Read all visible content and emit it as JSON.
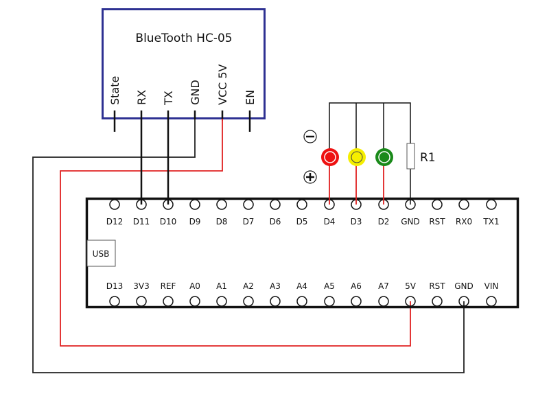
{
  "colors": {
    "module_border": "#2e3192",
    "wire_black": "#111111",
    "wire_red": "#e02020",
    "led_red": "#ee1111",
    "led_yellow": "#f5ee00",
    "led_green": "#1a8a1a"
  },
  "bluetooth_module": {
    "title": "BlueTooth HC-05",
    "pins": [
      "State",
      "RX",
      "TX",
      "GND",
      "VCC 5V",
      "EN"
    ]
  },
  "board": {
    "usb_label": "USB",
    "top_pins": [
      "D12",
      "D11",
      "D10",
      "D9",
      "D8",
      "D7",
      "D6",
      "D5",
      "D4",
      "D3",
      "D2",
      "GND",
      "RST",
      "RX0",
      "TX1"
    ],
    "bottom_pins": [
      "D13",
      "3V3",
      "REF",
      "A0",
      "A1",
      "A2",
      "A3",
      "A4",
      "A5",
      "A6",
      "A7",
      "5V",
      "RST",
      "GND",
      "VIN"
    ]
  },
  "leds": [
    {
      "name": "red",
      "pin": "D4"
    },
    {
      "name": "yellow",
      "pin": "D3"
    },
    {
      "name": "green",
      "pin": "D2"
    }
  ],
  "resistor": {
    "label": "R1",
    "pin": "GND"
  },
  "polarity": {
    "minus": "−",
    "plus": "+"
  },
  "connections": [
    {
      "from": "RX",
      "to": "D11",
      "color": "black"
    },
    {
      "from": "TX",
      "to": "D10",
      "color": "black"
    },
    {
      "from": "GND",
      "to": "GND (bottom)",
      "color": "black"
    },
    {
      "from": "VCC 5V",
      "to": "5V",
      "color": "red"
    }
  ]
}
